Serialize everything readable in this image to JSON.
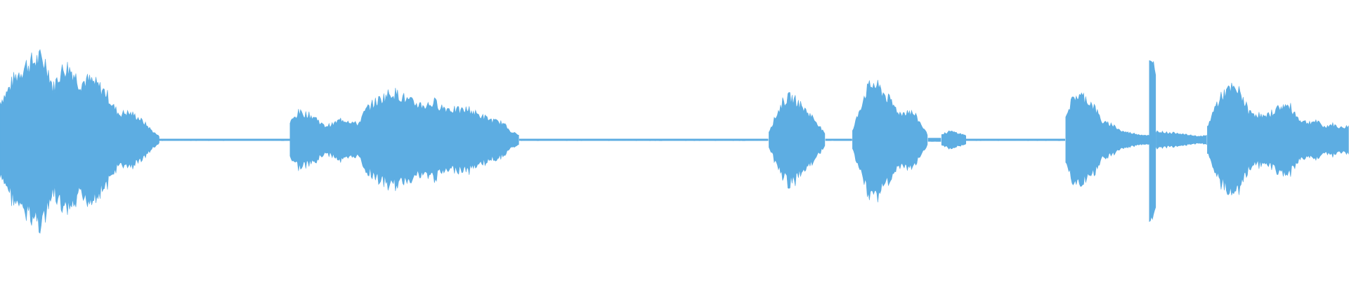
{
  "waveform": {
    "color": "#5DADE2",
    "segments": [
      {
        "start": 0.0,
        "end": 0.118,
        "peaks": [
          0.45,
          0.55,
          0.7,
          0.8,
          0.88,
          0.92,
          0.95,
          0.9,
          0.6,
          0.78,
          0.86,
          0.8,
          0.66,
          0.7,
          0.68,
          0.62,
          0.55,
          0.4,
          0.3,
          0.32,
          0.3,
          0.25,
          0.18,
          0.1,
          0.04
        ]
      },
      {
        "start": 0.118,
        "end": 0.215,
        "peaks": [
          0.01,
          0.01,
          0.01,
          0.01,
          0.01
        ]
      },
      {
        "start": 0.215,
        "end": 0.385,
        "peaks": [
          0.2,
          0.32,
          0.3,
          0.26,
          0.16,
          0.18,
          0.24,
          0.22,
          0.18,
          0.36,
          0.44,
          0.5,
          0.56,
          0.52,
          0.45,
          0.42,
          0.4,
          0.44,
          0.38,
          0.36,
          0.34,
          0.36,
          0.3,
          0.26,
          0.22,
          0.2,
          0.1,
          0.05
        ]
      },
      {
        "start": 0.385,
        "end": 0.57,
        "peaks": [
          0.01,
          0.01,
          0.01,
          0.01,
          0.01
        ]
      },
      {
        "start": 0.57,
        "end": 0.612,
        "peaks": [
          0.1,
          0.28,
          0.45,
          0.5,
          0.45,
          0.36,
          0.28,
          0.18,
          0.05
        ]
      },
      {
        "start": 0.612,
        "end": 0.632,
        "peaks": [
          0.01,
          0.01
        ]
      },
      {
        "start": 0.632,
        "end": 0.688,
        "peaks": [
          0.1,
          0.35,
          0.58,
          0.66,
          0.6,
          0.5,
          0.4,
          0.3,
          0.34,
          0.3,
          0.18,
          0.05
        ]
      },
      {
        "start": 0.688,
        "end": 0.698,
        "peaks": [
          0.02
        ]
      },
      {
        "start": 0.698,
        "end": 0.716,
        "peaks": [
          0.06,
          0.1,
          0.08,
          0.05
        ]
      },
      {
        "start": 0.716,
        "end": 0.79,
        "peaks": [
          0.01,
          0.01,
          0.01,
          0.01
        ]
      },
      {
        "start": 0.79,
        "end": 0.852,
        "peaks": [
          0.3,
          0.52,
          0.5,
          0.4,
          0.2,
          0.18,
          0.1,
          0.08,
          0.06,
          0.05
        ]
      },
      {
        "start": 0.852,
        "end": 0.857,
        "peaks": [
          0.86
        ]
      },
      {
        "start": 0.857,
        "end": 0.895,
        "peaks": [
          0.1,
          0.09,
          0.08,
          0.08,
          0.06,
          0.05,
          0.04,
          0.05
        ]
      },
      {
        "start": 0.895,
        "end": 1.0,
        "peaks": [
          0.15,
          0.4,
          0.55,
          0.6,
          0.55,
          0.32,
          0.3,
          0.26,
          0.34,
          0.4,
          0.38,
          0.24,
          0.2,
          0.22,
          0.15,
          0.18,
          0.14,
          0.16
        ]
      }
    ]
  }
}
